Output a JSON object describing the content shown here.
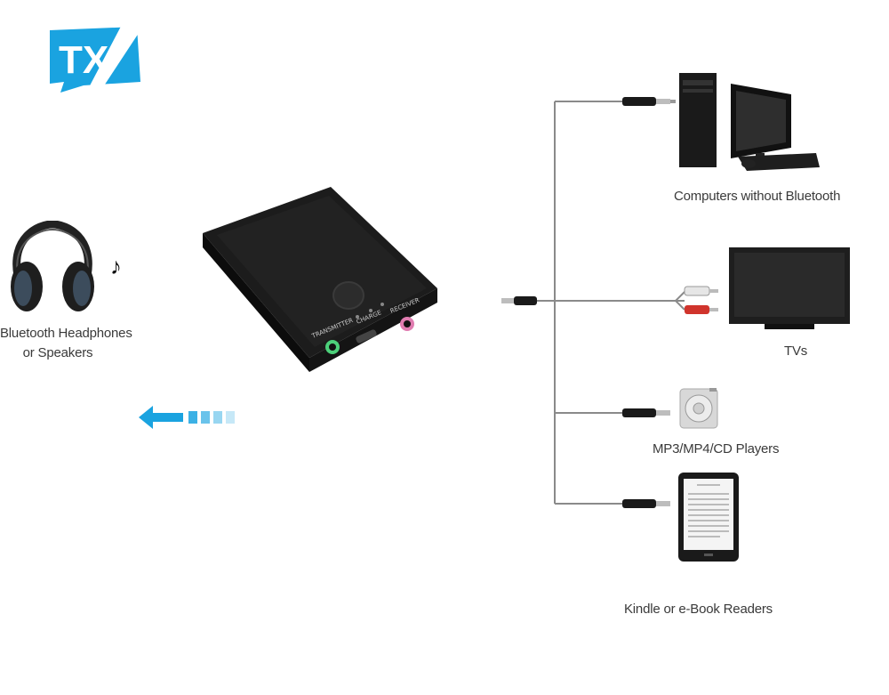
{
  "logo": {
    "text": "TX",
    "color": "#1aa3e0"
  },
  "left": {
    "label_line1": "Bluetooth Headphones",
    "label_line2": "or Speakers",
    "icons": [
      "headphones-icon",
      "music-note-icon"
    ]
  },
  "device": {
    "port_labels": [
      "TRANSMITTER",
      "CHARGE",
      "RECEIVER"
    ],
    "port_colors": {
      "transmitter": "#4cd07a",
      "receiver": "#e07cb0"
    }
  },
  "arrow": {
    "direction": "left",
    "color": "#1aa3e0"
  },
  "targets": [
    {
      "label": "Computers without Bluetooth",
      "icon": "desktop-computer-icon"
    },
    {
      "label": "TVs",
      "icon": "tv-icon"
    },
    {
      "label": "MP3/MP4/CD Players",
      "icon": "mp3-player-icon"
    },
    {
      "label": "Kindle or e-Book Readers",
      "icon": "ebook-reader-icon"
    }
  ]
}
